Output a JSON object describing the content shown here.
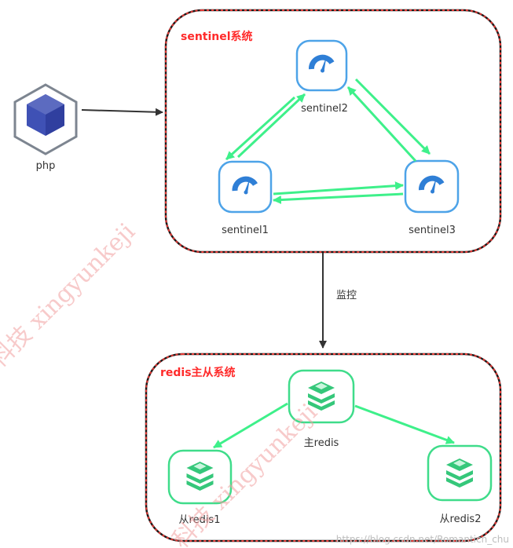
{
  "php": {
    "label": "php",
    "icon": "cube-icon"
  },
  "sentinel_group": {
    "title": "sentinel系统"
  },
  "sentinels": [
    {
      "label": "sentinel2",
      "icon": "gauge-icon"
    },
    {
      "label": "sentinel1",
      "icon": "gauge-icon"
    },
    {
      "label": "sentinel3",
      "icon": "gauge-icon"
    }
  ],
  "monitor_arrow": {
    "label": "监控"
  },
  "redis_group": {
    "title": "redis主从系统"
  },
  "redis_nodes": [
    {
      "label": "主redis",
      "icon": "redis-stack-icon"
    },
    {
      "label": "从redis1",
      "icon": "redis-stack-icon"
    },
    {
      "label": "从redis2",
      "icon": "redis-stack-icon"
    }
  ],
  "watermark": {
    "text": "科技 xingyunkeji"
  },
  "footer": {
    "text": "https://blog.csdn.net/Romanticn_chu"
  },
  "colors": {
    "group_border": "#e53935",
    "node_blue": "#4da3e8",
    "node_green": "#3fdc8a",
    "arrow_green": "#3ef08a",
    "arrow_dark": "#333333",
    "title_red": "#ff2a2a"
  }
}
